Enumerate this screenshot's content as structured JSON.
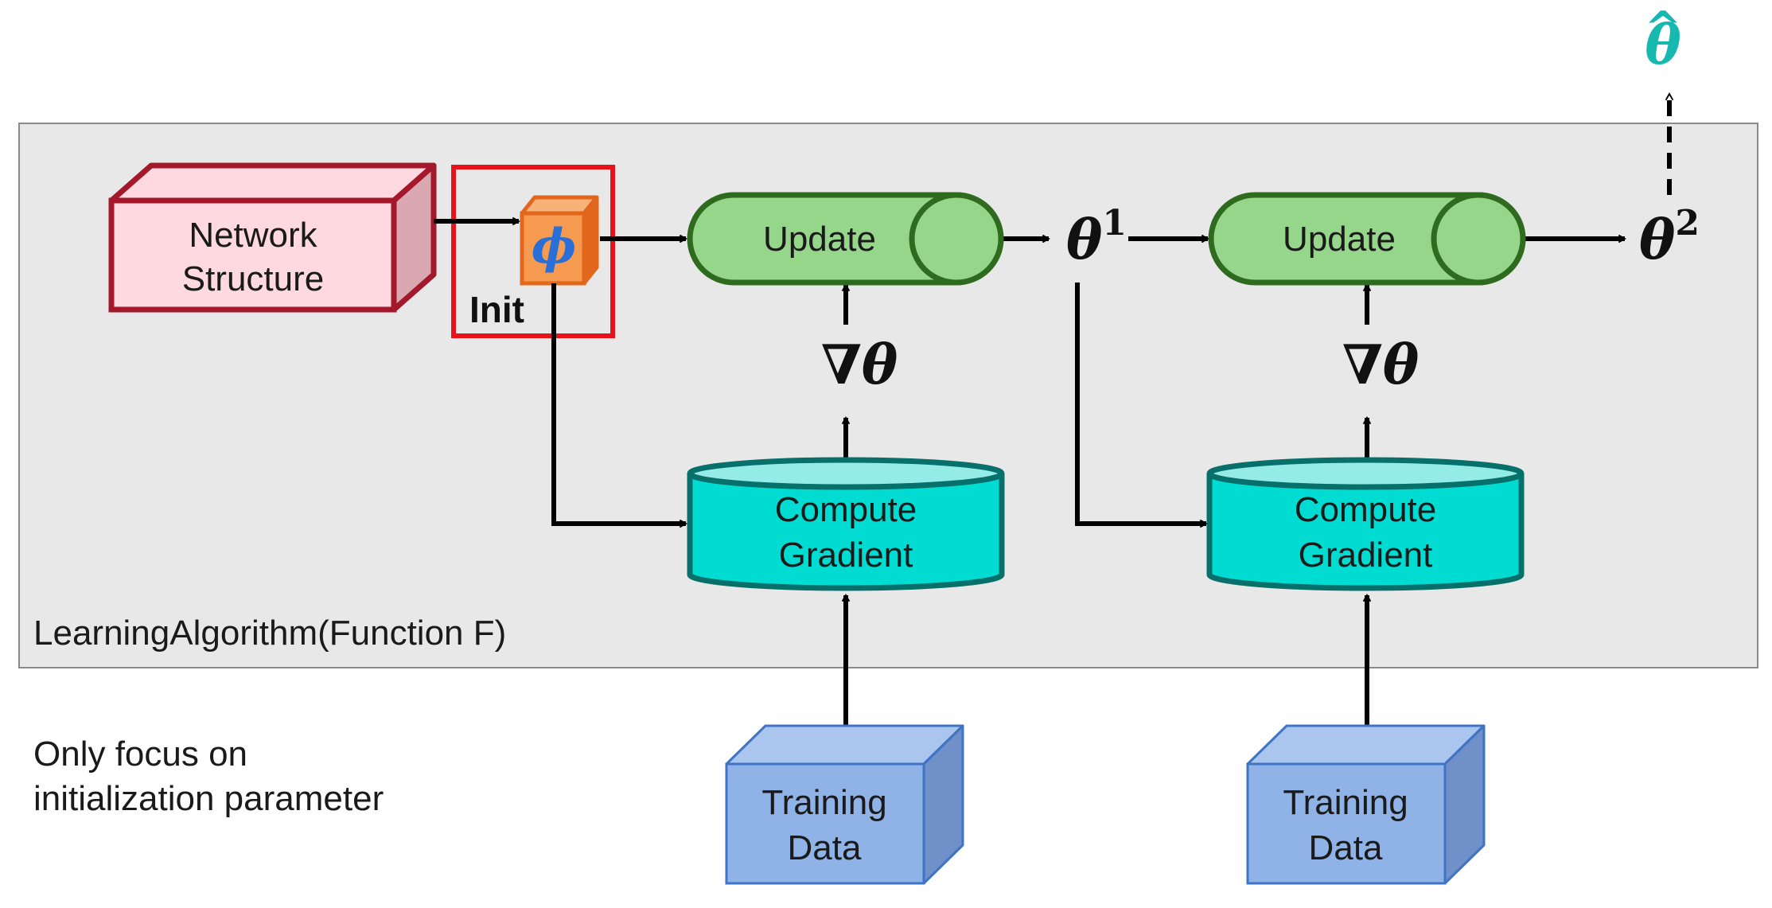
{
  "frame": {
    "label": "LearningAlgorithm(Function F)"
  },
  "network": {
    "line1": "Network",
    "line2": "Structure"
  },
  "init": {
    "symbol": "ϕ",
    "label": "Init"
  },
  "updates": [
    {
      "label": "Update",
      "output_base": "θ",
      "output_sup": "1"
    },
    {
      "label": "Update",
      "output_base": "θ",
      "output_sup": "2"
    }
  ],
  "gradients": [
    {
      "line1": "Compute",
      "line2": "Gradient",
      "symbol": "∇θ"
    },
    {
      "line1": "Compute",
      "line2": "Gradient",
      "symbol": "∇θ"
    }
  ],
  "training": [
    {
      "line1": "Training",
      "line2": "Data"
    },
    {
      "line1": "Training",
      "line2": "Data"
    }
  ],
  "final_output": {
    "symbol": "θ",
    "hat": "^"
  },
  "note": {
    "line1": "Only focus on",
    "line2": "initialization parameter"
  },
  "colors": {
    "frame_fill": "#e8e8e8",
    "network_fill": "#ffd9e0",
    "network_stroke": "#a4182c",
    "init_box": "#e8121a",
    "phi_fill": "#f59a4e",
    "phi_stroke": "#e2661b",
    "phi_symbol": "#2a6fd8",
    "update_fill": "#96d68a",
    "update_stroke": "#2e6b1e",
    "gradient_fill": "#00dcd2",
    "gradient_top": "#95ece6",
    "gradient_stroke": "#08706a",
    "training_fill": "#8fb3e6",
    "training_stroke": "#3f74c4",
    "theta_hat": "#17b8b0"
  }
}
